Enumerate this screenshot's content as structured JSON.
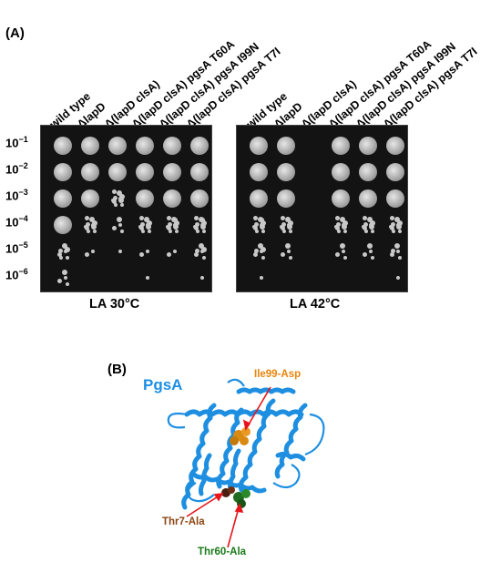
{
  "panel_a": {
    "label": "(A)",
    "strains": [
      "wild type",
      "ΔlapD",
      "Δ(lapD clsA)",
      "Δ(lapD clsA) pgsA T60A",
      "Δ(lapD clsA) pgsA I99N",
      "Δ(lapD clsA) pgsA T7I"
    ],
    "dilutions": [
      "10",
      "10",
      "10",
      "10",
      "10",
      "10"
    ],
    "dilution_exponents": [
      "−1",
      "−2",
      "−3",
      "−4",
      "−5",
      "−6"
    ],
    "conditions": [
      "LA 30°C",
      "LA 42°C"
    ],
    "growth_30C": [
      [
        1.0,
        1.0,
        1.0,
        1.0,
        0.6,
        0.3
      ],
      [
        1.0,
        1.0,
        1.0,
        0.8,
        0.2,
        0.0
      ],
      [
        1.0,
        1.0,
        0.8,
        0.3,
        0.05,
        0.0
      ],
      [
        1.0,
        1.0,
        1.0,
        0.8,
        0.2,
        0.05
      ],
      [
        1.0,
        1.0,
        1.0,
        0.9,
        0.15,
        0.0
      ],
      [
        1.0,
        1.0,
        1.0,
        0.9,
        0.5,
        0.1
      ]
    ],
    "growth_42C": [
      [
        1.0,
        1.0,
        1.0,
        0.9,
        0.5,
        0.1
      ],
      [
        1.0,
        1.0,
        1.0,
        0.8,
        0.3,
        0.0
      ],
      [
        0.0,
        0.0,
        0.0,
        0.0,
        0.0,
        0.0
      ],
      [
        1.0,
        1.0,
        1.0,
        0.8,
        0.3,
        0.0
      ],
      [
        1.0,
        1.0,
        1.0,
        0.8,
        0.3,
        0.0
      ],
      [
        1.0,
        1.0,
        1.0,
        0.8,
        0.4,
        0.1
      ]
    ]
  },
  "panel_b": {
    "label": "(B)",
    "protein": "PgsA",
    "protein_color": "#1d8fe6",
    "annotations": [
      {
        "text": "Ile99-Asp",
        "color": "#e8860c"
      },
      {
        "text": "Thr7-Ala",
        "color": "#8b4513"
      },
      {
        "text": "Thr60-Ala",
        "color": "#1a7a1a"
      }
    ],
    "arrow_color": "#e8141b"
  }
}
